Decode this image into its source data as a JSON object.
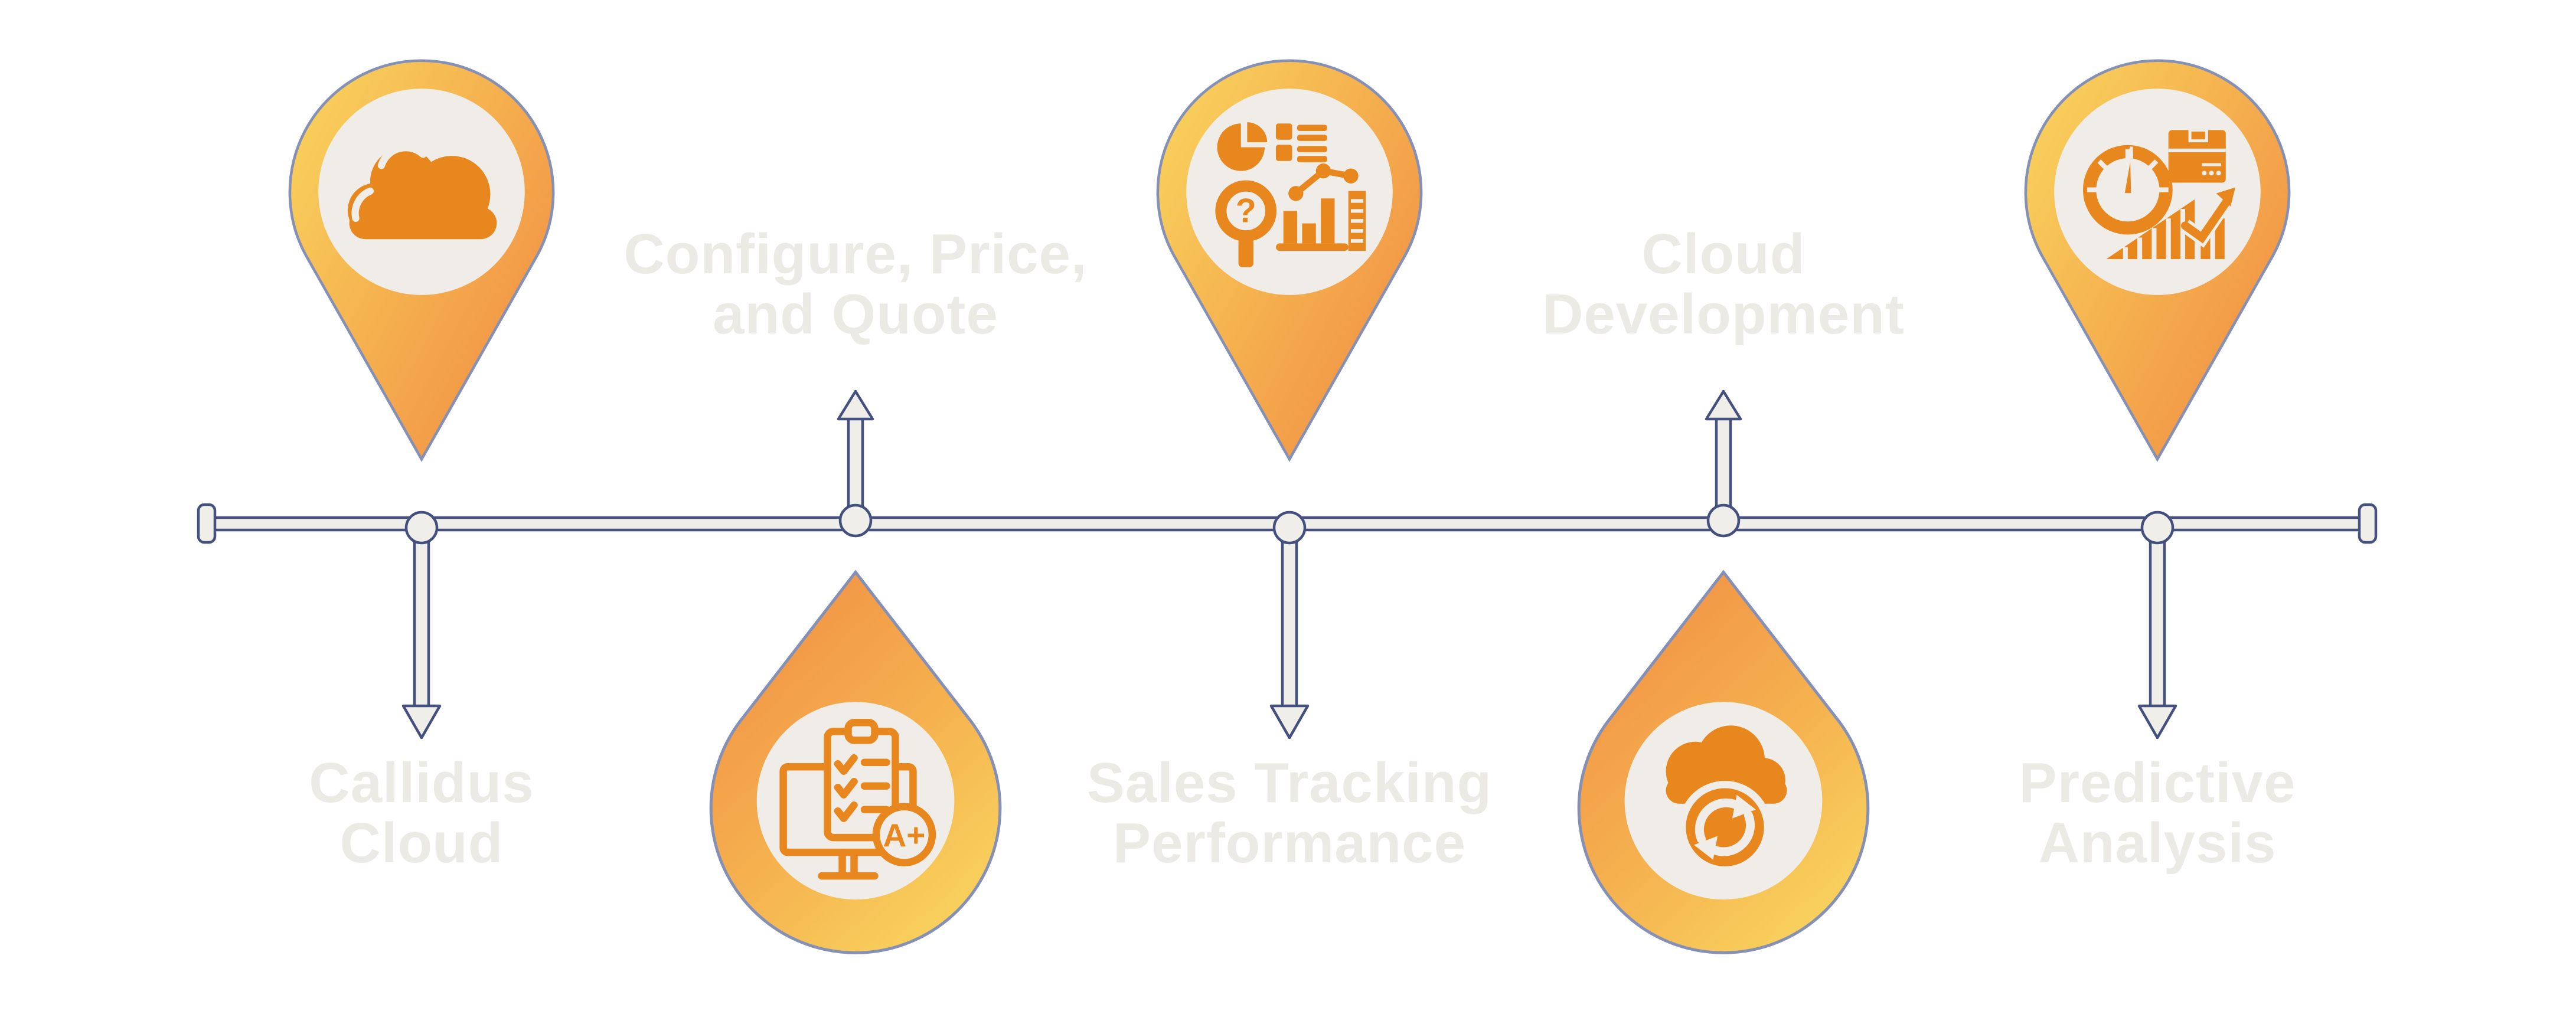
{
  "diagram": {
    "type": "horizontal-timeline-infographic",
    "background": "#FFFFFF",
    "colors": {
      "marker_gradient_yellow": "#F9D65F",
      "marker_gradient_orange": "#F18E44",
      "marker_inner_circle": "#F0EDE8",
      "icon_orange": "#E8871E",
      "timeline_fill": "#F0EEE9",
      "timeline_outline": "#44517E",
      "label_text": "#ECEAE4"
    },
    "timeline": {
      "items": [
        {
          "id": "callidus-cloud",
          "label_line1": "Callidus",
          "label_line2": "Cloud",
          "label_position": "below-line",
          "marker_shape": "map-pin-above-line",
          "connector": "arrow-down",
          "icon": "cloud-icon"
        },
        {
          "id": "configure-price-quote",
          "label_line1": "Configure, Price,",
          "label_line2": "and Quote",
          "label_position": "above-line",
          "marker_shape": "teardrop-below-line",
          "connector": "arrow-up",
          "icon": "quote-checklist-grade-icon"
        },
        {
          "id": "sales-tracking-performance",
          "label_line1": "Sales Tracking",
          "label_line2": "Performance",
          "label_position": "below-line",
          "marker_shape": "map-pin-above-line",
          "connector": "arrow-down",
          "icon": "sales-analytics-magnifier-icon"
        },
        {
          "id": "cloud-development",
          "label_line1": "Cloud",
          "label_line2": "Development",
          "label_position": "above-line",
          "marker_shape": "teardrop-below-line",
          "connector": "arrow-up",
          "icon": "cloud-sync-icon"
        },
        {
          "id": "predictive-analysis",
          "label_line1": "Predictive",
          "label_line2": "Analysis",
          "label_position": "below-line",
          "marker_shape": "map-pin-above-line",
          "connector": "arrow-down",
          "icon": "gauge-package-growth-icon"
        }
      ]
    }
  }
}
